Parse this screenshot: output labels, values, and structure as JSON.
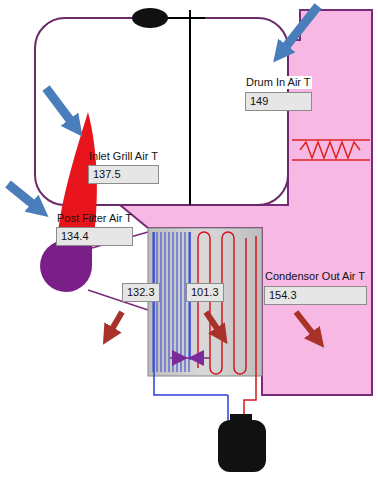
{
  "diagram": {
    "nodes": [
      {
        "text": [
          "Drum In Air T",
          "149"
        ]
      },
      {
        "text": [
          "Inlet Grill Air T",
          "137.5"
        ]
      },
      {
        "text": [
          "Post Filter Air T",
          "134.4"
        ]
      },
      {
        "text": [
          "132.3"
        ]
      },
      {
        "text": [
          "101.3"
        ]
      },
      {
        "text": [
          "Condensor Out Air T",
          "154.3"
        ]
      }
    ]
  }
}
